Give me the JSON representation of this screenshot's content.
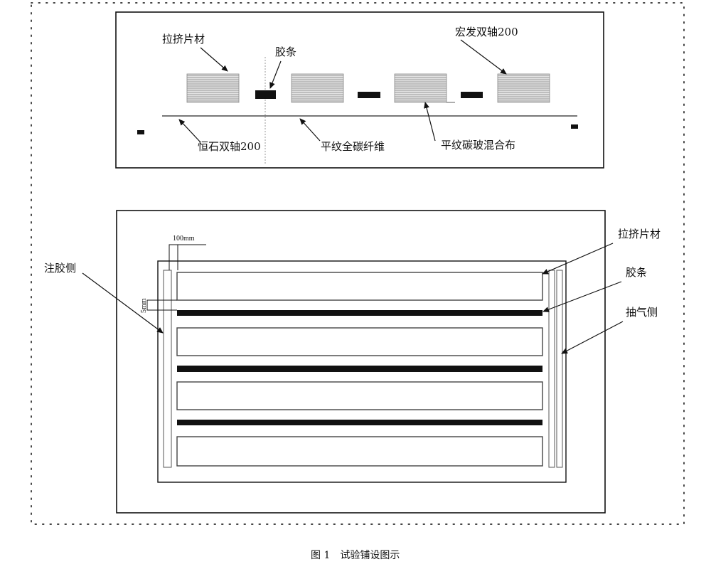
{
  "top_panel": {
    "labels": {
      "pultruded_sheet": "拉挤片材",
      "adhesive_strip": "胶条",
      "hongfa_biaxial": "宏发双轴200",
      "hengshi_biaxial": "恒石双轴200",
      "plain_carbon": "平纹全碳纤维",
      "plain_hybrid": "平纹碳玻混合布"
    }
  },
  "bottom_panel": {
    "labels": {
      "resin_inlet_side": "注胶侧",
      "pultruded_sheet": "拉挤片材",
      "adhesive_strip": "胶条",
      "vacuum_side": "抽气侧",
      "dim_100mm": "100mm",
      "dim_5mm": "5mm"
    }
  },
  "caption": "图 1　试验铺设图示",
  "colors": {
    "line": "#111111",
    "sheet_fill": "#d4d4d4",
    "strip": "#111111"
  }
}
